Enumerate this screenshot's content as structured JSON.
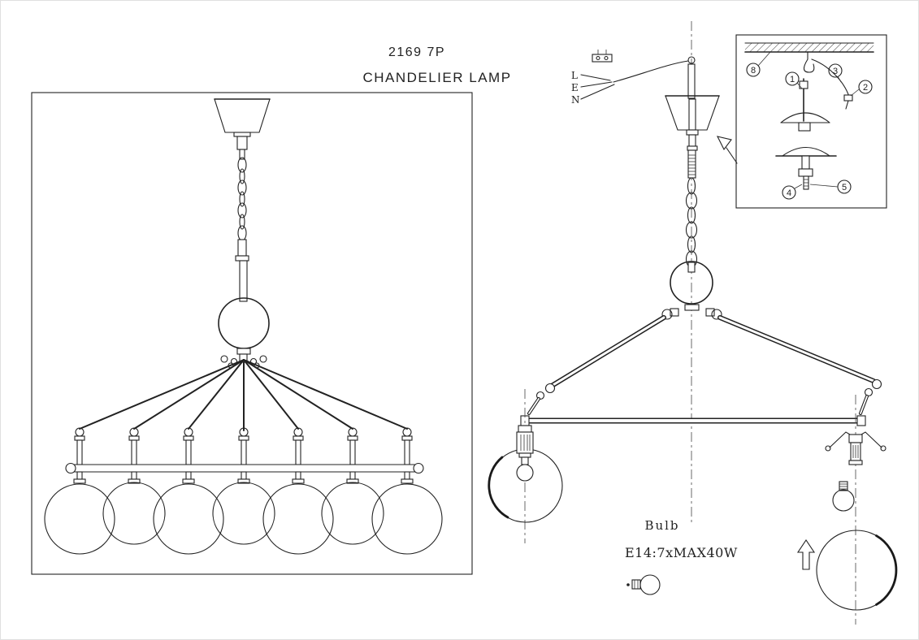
{
  "title": {
    "model": "2169 7P",
    "name": "CHANDELIER LAMP"
  },
  "assembly": {
    "wire_labels": {
      "l": "L",
      "e": "E",
      "n": "N"
    },
    "bulb_label": "Bulb",
    "bulb_spec": "E14:7xMAX40W"
  },
  "inset": {
    "callouts": {
      "c1": "1",
      "c2": "2",
      "c3": "3",
      "c4": "4",
      "c5": "5",
      "c8": "8"
    }
  },
  "colors": {
    "ink": "#222222",
    "paper": "#ffffff"
  }
}
